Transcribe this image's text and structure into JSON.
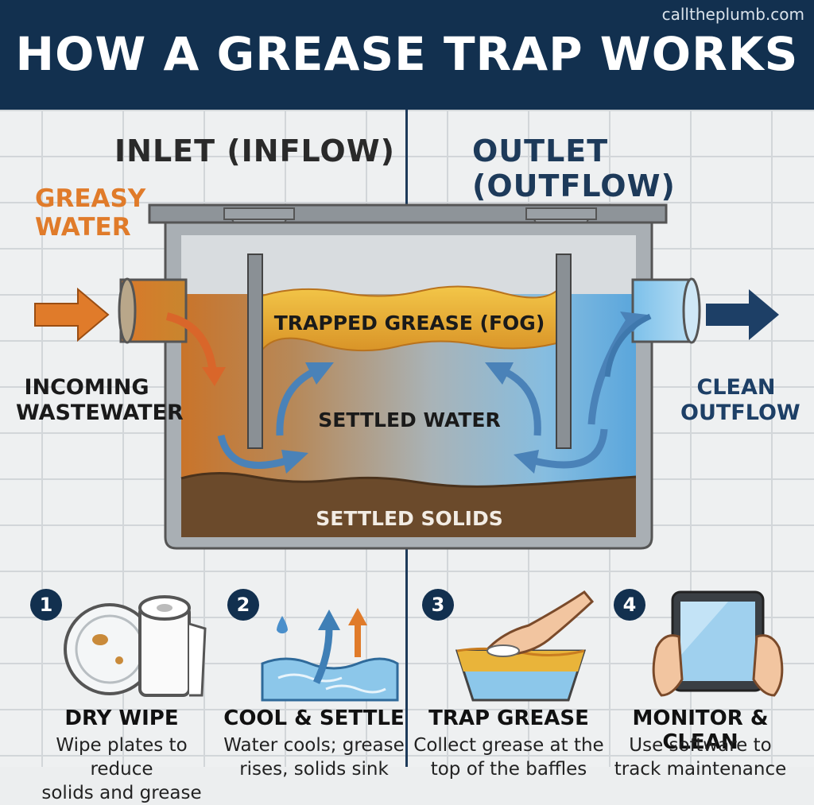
{
  "header": {
    "site": "calltheplumb.com",
    "title": "HOW A GREASE TRAP WORKS"
  },
  "sections": {
    "inlet": "INLET (INFLOW)",
    "outlet": "OUTLET (OUTFLOW)"
  },
  "labels": {
    "greasy_line1": "GREASY",
    "greasy_line2": "WATER",
    "incoming_line1": "INCOMING",
    "incoming_line2": "WASTEWATER",
    "clean_line1": "CLEAN",
    "clean_line2": "OUTFLOW",
    "trapped_grease": "TRAPPED GREASE (FOG)",
    "settled_water": "SETTLED WATER",
    "settled_solids": "SETTLED SOLIDS"
  },
  "colors": {
    "header_bg": "#12304f",
    "grease_orange": "#e07b2a",
    "grease_yellow": "#e9b43a",
    "water_blue": "#8cc7ea",
    "outflow_arrow": "#1d3f66",
    "solids_brown": "#6b4a2b"
  },
  "steps": [
    {
      "number": "1",
      "title": "DRY WIPE",
      "line1": "Wipe plates to reduce",
      "line2": "solids and grease",
      "icon": "plate-paper-towel-icon"
    },
    {
      "number": "2",
      "title": "COOL & SETTLE",
      "line1": "Water cools; grease",
      "line2": "rises, solids sink",
      "icon": "water-rising-arrows-icon"
    },
    {
      "number": "3",
      "title": "TRAP GREASE",
      "line1": "Collect grease at the",
      "line2": "top of the baffles",
      "icon": "hand-skimming-icon"
    },
    {
      "number": "4",
      "title": "MONITOR & CLEAN",
      "line1": "Use software to",
      "line2": "track maintenance",
      "icon": "tablet-hands-icon"
    }
  ]
}
